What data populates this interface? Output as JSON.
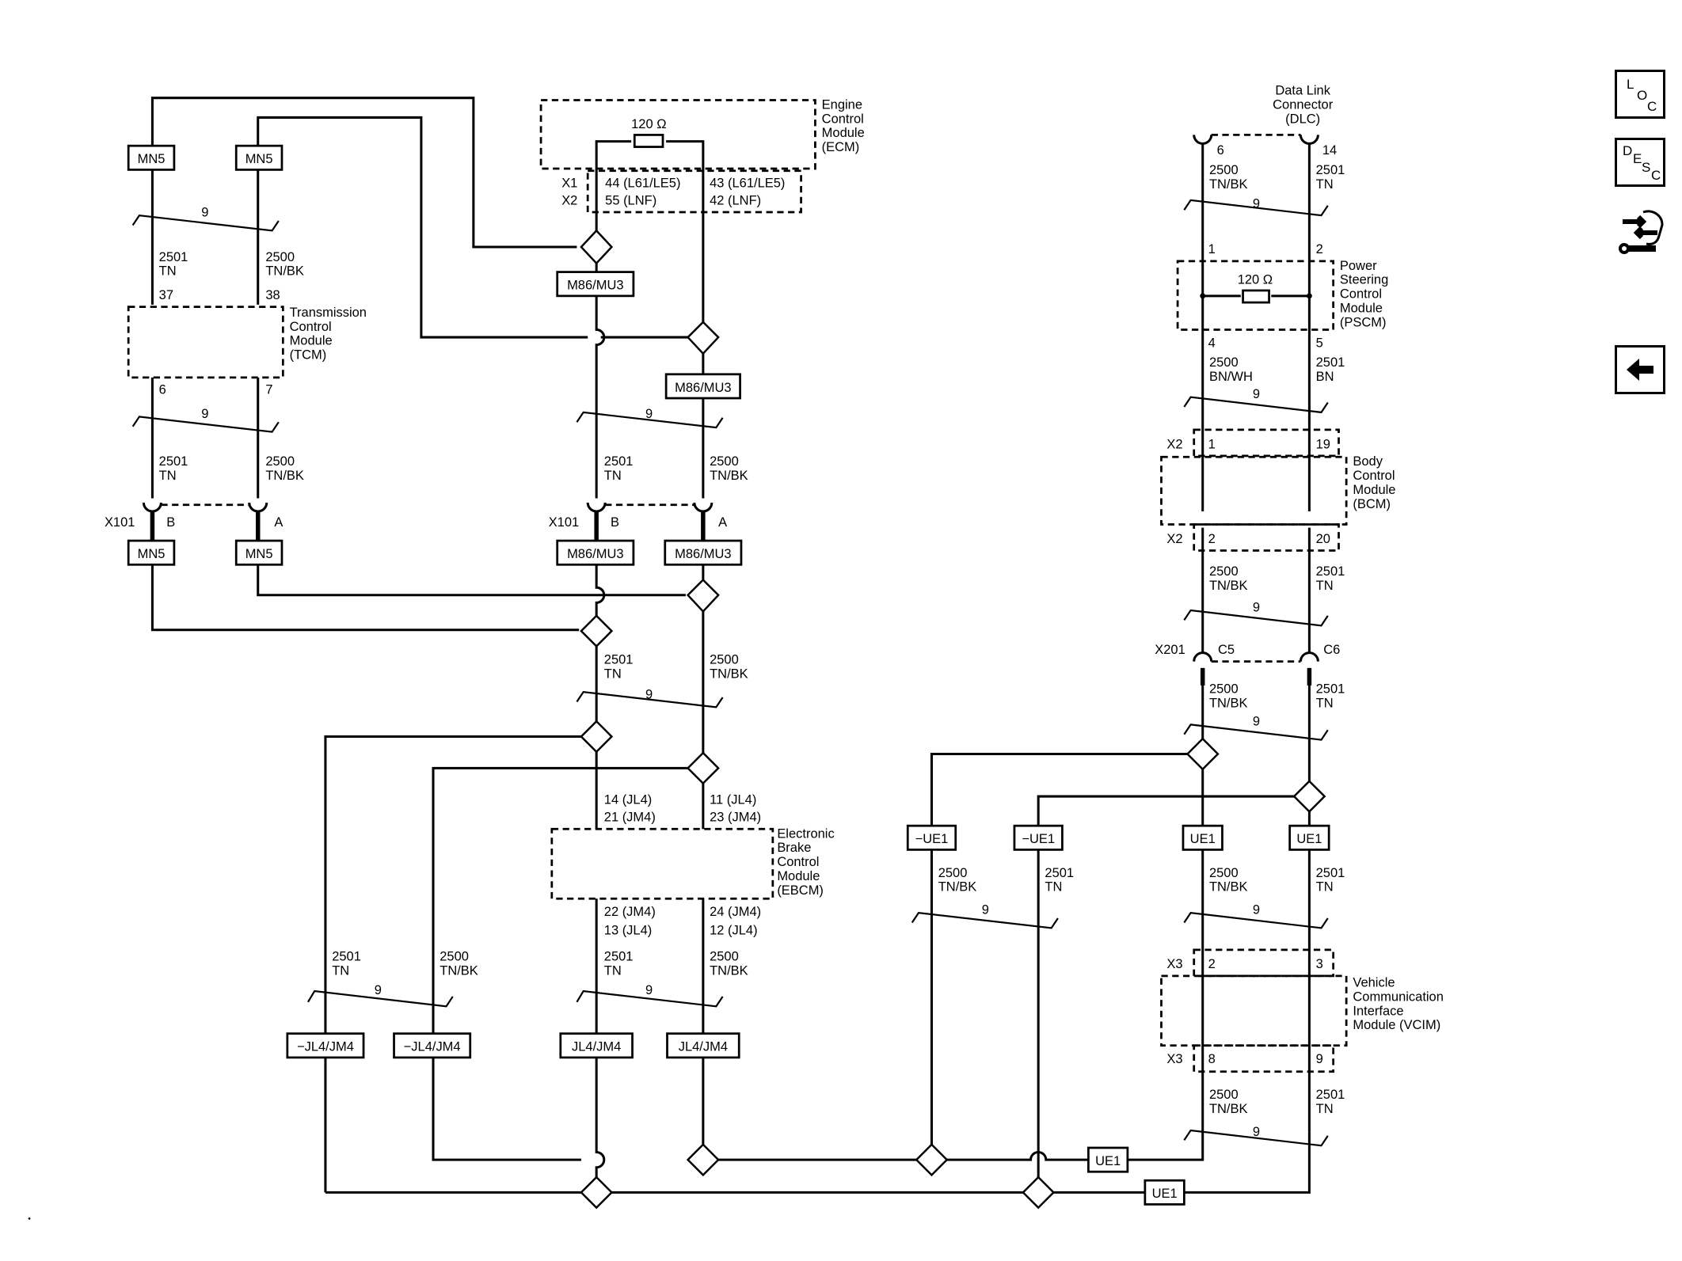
{
  "modules": {
    "ecm": {
      "name": "Engine\nControl\nModule\n(ECM)",
      "resistor": "120 Ω",
      "x1": "X1",
      "x2": "X2",
      "pinL1": "44 (L61/LE5)",
      "pinL2": "55 (LNF)",
      "pinR1": "43 (L61/LE5)",
      "pinR2": "42 (LNF)"
    },
    "tcm": {
      "name": "Transmission\nControl\nModule\n(TCM)",
      "pinTopL": "37",
      "pinTopR": "38",
      "pinBotL": "6",
      "pinBotR": "7"
    },
    "dlc": {
      "name": "Data Link\nConnector\n(DLC)",
      "pinL": "6",
      "pinR": "14"
    },
    "pscm": {
      "name": "Power\nSteering\nControl\nModule\n(PSCM)",
      "resistor": "120 Ω",
      "pinTopL": "1",
      "pinTopR": "2",
      "pinBotL": "4",
      "pinBotR": "5"
    },
    "bcm": {
      "name": "Body\nControl\nModule\n(BCM)",
      "x2a": "X2",
      "x2b": "X2",
      "pinTopL": "1",
      "pinTopR": "19",
      "pinBotL": "2",
      "pinBotR": "20"
    },
    "ebcm": {
      "name": "Electronic\nBrake\nControl\nModule\n(EBCM)",
      "pinTopL1": "14 (JL4)",
      "pinTopL2": "21 (JM4)",
      "pinTopR1": "11 (JL4)",
      "pinTopR2": "23 (JM4)",
      "pinBotL1": "22 (JM4)",
      "pinBotL2": "13 (JL4)",
      "pinBotR1": "24 (JM4)",
      "pinBotR2": "12 (JL4)"
    },
    "vcim": {
      "name": "Vehicle\nCommunication\nInterface\nModule (VCIM)",
      "x3a": "X3",
      "x3b": "X3",
      "pinTopL": "2",
      "pinTopR": "3",
      "pinBotL": "8",
      "pinBotR": "9"
    }
  },
  "connectors": {
    "x101a": "X101",
    "x101aB": "B",
    "x101aA": "A",
    "x101b": "X101",
    "x101bB": "B",
    "x101bA": "A",
    "x201": "X201",
    "x201c5": "C5",
    "x201c6": "C6"
  },
  "option_labels": {
    "mn5": "MN5",
    "m86": "M86/MU3",
    "ue1": "UE1",
    "nue1": "−UE1",
    "jl4": "JL4/JM4",
    "njl4": "−JL4/JM4"
  },
  "circuit_labels": {
    "tn": "2501\nTN",
    "tnbk": "2500\nTN/BK",
    "bnwh": "2500\nBN/WH",
    "bn": "2501\nBN",
    "twist": "9"
  },
  "toolbar": [
    {
      "id": "loc",
      "icon": "loc-icon",
      "label": [
        "L",
        "O",
        "C"
      ]
    },
    {
      "id": "desc",
      "icon": "desc-icon",
      "label": [
        "D",
        "E",
        "S",
        "C"
      ]
    },
    {
      "id": "wrench",
      "icon": "wrench-arrows-icon"
    },
    {
      "id": "back",
      "icon": "back-arrow-icon"
    }
  ]
}
